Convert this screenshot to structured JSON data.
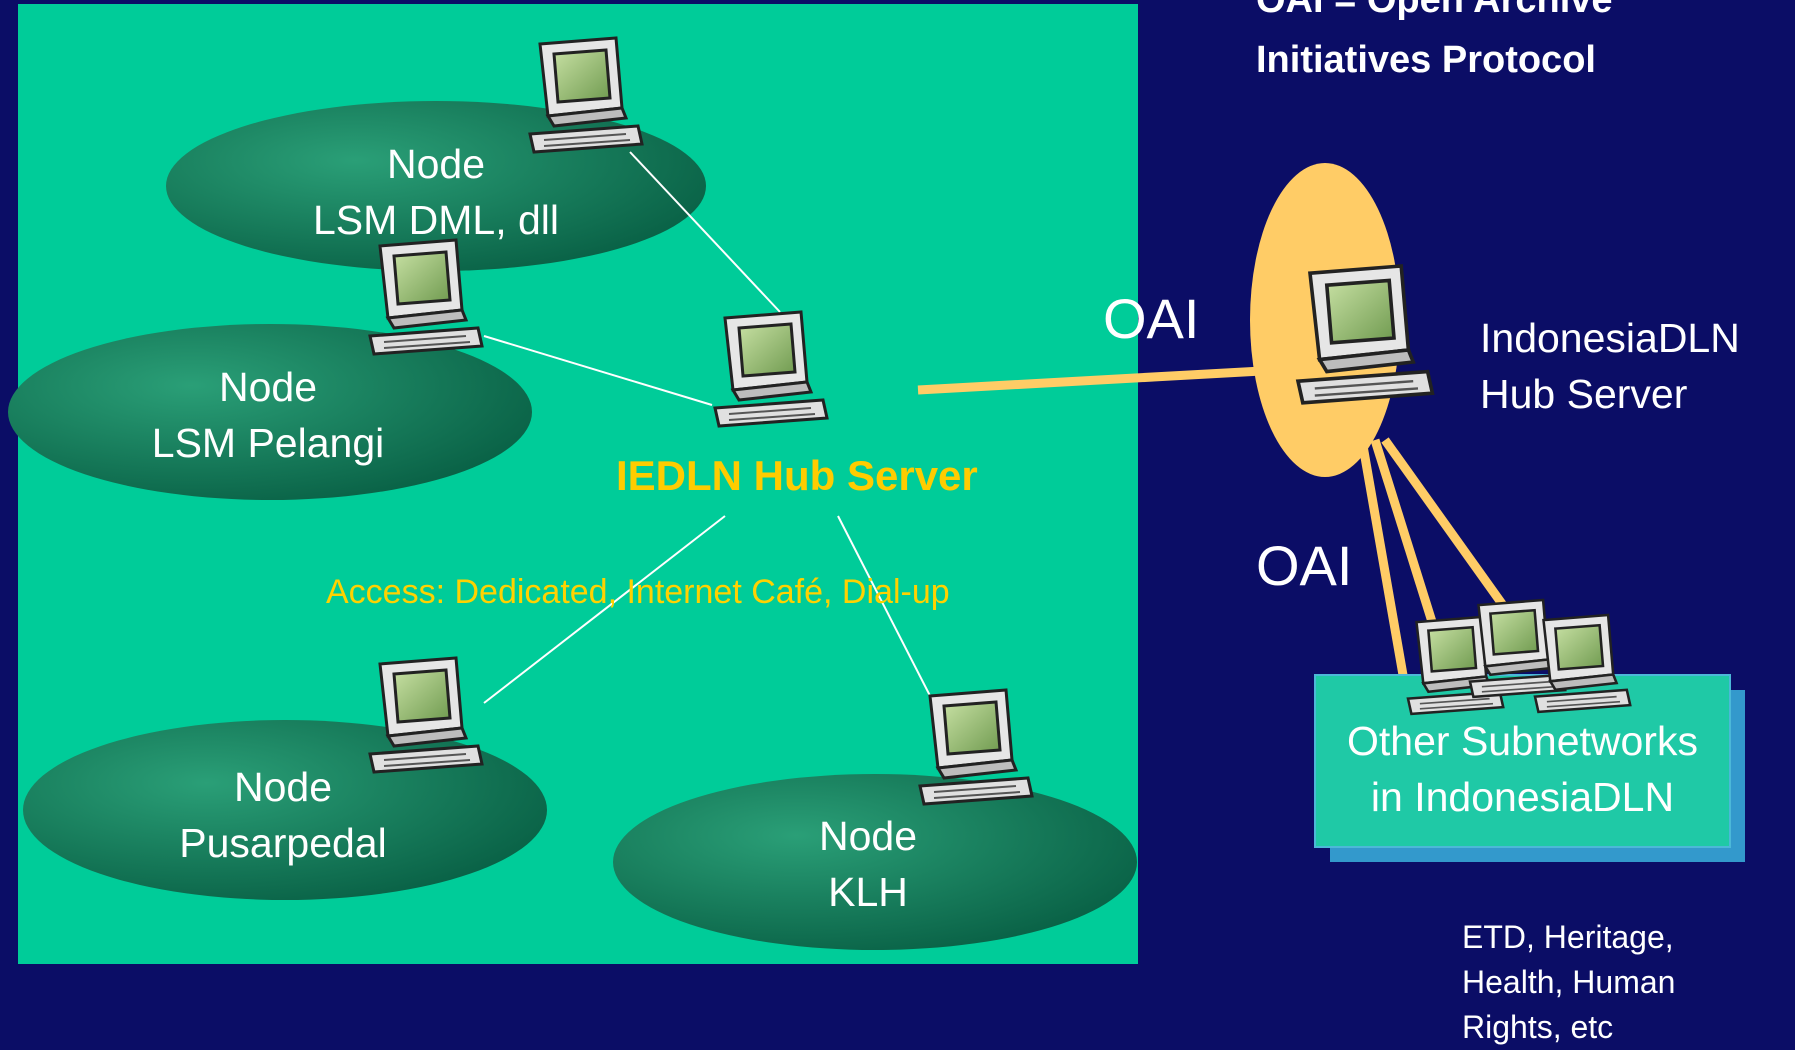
{
  "protocol_note": [
    "OAI = Open Archive",
    "Initiatives Protocol"
  ],
  "nodes": [
    {
      "line1": "Node",
      "line2": "LSM DML, dll"
    },
    {
      "line1": "Node",
      "line2": "LSM Pelangi"
    },
    {
      "line1": "Node",
      "line2": "Pusarpedal"
    },
    {
      "line1": "Node",
      "line2": "KLH"
    }
  ],
  "hub": {
    "label": "IEDLN Hub Server"
  },
  "access": {
    "label": "Access: Dedicated, Internet Café, Dial-up"
  },
  "oai_labels": [
    "OAI",
    "OAI"
  ],
  "indonesia_hub": {
    "line1": "IndonesiaDLN",
    "line2": "Hub Server"
  },
  "subnetworks": {
    "line1": "Other Subnetworks",
    "line2": "in IndonesiaDLN"
  },
  "topics": [
    "ETD, Heritage,",
    "Health, Human",
    "Rights, etc"
  ],
  "colors": {
    "background": "#0b0d66",
    "panel": "#00cc99",
    "node_ellipse": "#0a7a56",
    "hub_text": "#ffcc00",
    "link_orange": "#ffcc66",
    "oai_halo": "#ffcc66",
    "subnet_box": "#1fc9a6"
  }
}
